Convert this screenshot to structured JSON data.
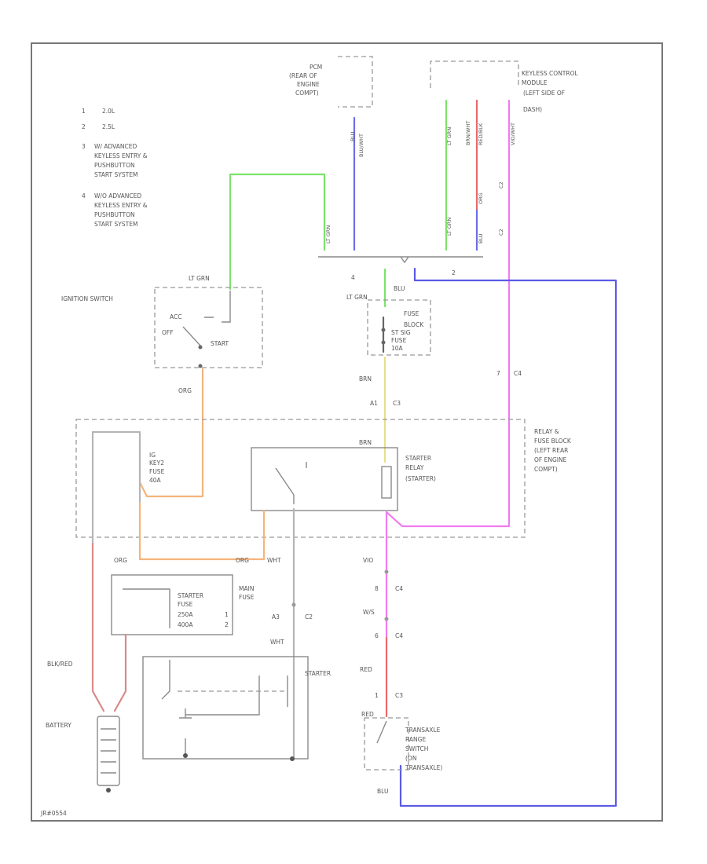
{
  "notes": [
    {
      "num": "1",
      "text": [
        "2.0L"
      ]
    },
    {
      "num": "2",
      "text": [
        "2.5L"
      ]
    },
    {
      "num": "3",
      "text": [
        "W/ ADVANCED",
        "KEYLESS ENTRY &",
        "PUSHBUTTON",
        "START SYSTEM"
      ]
    },
    {
      "num": "4",
      "text": [
        "W/O ADVANCED",
        "KEYLESS ENTRY &",
        "PUSHBUTTON",
        "START SYSTEM"
      ]
    }
  ],
  "components": {
    "pcm": [
      "PCM",
      "(REAR OF",
      "ENGINE",
      "COMPT)"
    ],
    "keyless": [
      "KEYLESS CONTROL",
      "MODULE",
      "(LEFT SIDE OF",
      "DASH)"
    ],
    "ignition_switch": "IGNITION SWITCH",
    "fuse_block": [
      "FUSE",
      "BLOCK"
    ],
    "st_sig_fuse": [
      "ST SIG",
      "FUSE",
      "10A"
    ],
    "relay_block": [
      "RELAY &",
      "FUSE BLOCK",
      "(LEFT REAR",
      "OF ENGINE",
      "COMPT)"
    ],
    "ig2_fuse": [
      "IG",
      "KEY2",
      "FUSE",
      "40A"
    ],
    "starter_relay": [
      "STARTER",
      "RELAY",
      "(STARTER)"
    ],
    "starter_fuse": [
      "STARTER",
      "FUSE",
      "250A",
      "400A"
    ],
    "main_fuse": [
      "MAIN",
      "FUSE"
    ],
    "starter": "STARTER",
    "battery": "BATTERY",
    "trans_switch": [
      "TRANSAXLE",
      "RANGE",
      "SWITCH",
      "(ON",
      "TRANSAXLE)"
    ]
  },
  "switch_positions": {
    "acc": "ACC",
    "off": "OFF",
    "start": "START"
  },
  "wire_labels": {
    "lt_grn_top": "LT GRN",
    "lt_grn_mid": "LT GRN",
    "org_1": "ORG",
    "org_2": "ORG",
    "org_3": "ORG",
    "wht_1": "WHT",
    "wht_2": "WHT",
    "brn_1": "BRN",
    "brn_2": "BRN",
    "blu_1": "BLU",
    "blu_2": "BLU",
    "red": "RED",
    "vio": "VIO",
    "blk_red": "BLK/RED",
    "red_2": "RED",
    "ws": "W/S",
    "pcm_wire": "BLU/WHT",
    "k1_wire": "LT GRN",
    "k2_wire": "BRN/WHT",
    "k3_wire": "RED/BLK",
    "k4_wire": "VIO/WHT",
    "vert_lt_grn": "LT GRN",
    "vert_blu": "BLU",
    "vert_lt_grn2": "LT GRN",
    "vert_org": "ORG",
    "vert_blu2": "BLU"
  },
  "connectors": {
    "c1": "C3",
    "c2": "C2",
    "c3": "C4",
    "c4": "C4",
    "c5": "C3",
    "c6": "C2",
    "c7": "C3",
    "n4": "4",
    "n2": "2",
    "n1": "1",
    "n7": "7",
    "n8": "8",
    "n6": "6",
    "a1": "A1",
    "a3": "A3"
  },
  "footer": "JR#0554"
}
